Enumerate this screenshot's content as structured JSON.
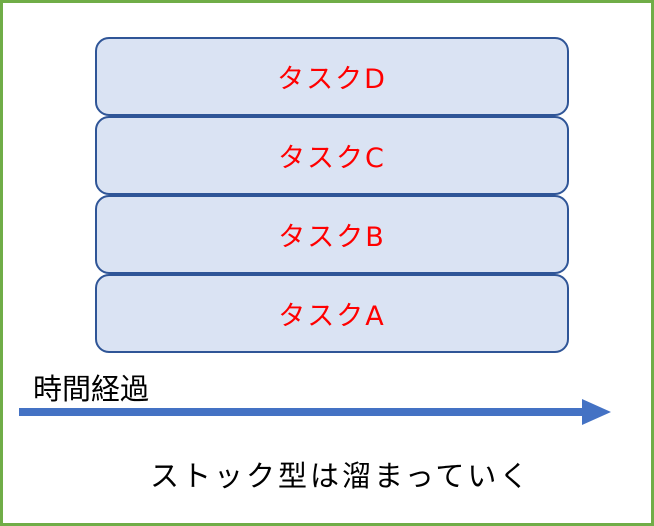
{
  "diagram": {
    "frame_color": "#70AD47",
    "box_fill": "#DAE3F3",
    "box_stroke": "#2F5597",
    "label_color": "#FF0000",
    "arrow_color": "#4472C4",
    "tasks": [
      {
        "label": "タスクD"
      },
      {
        "label": "タスクC"
      },
      {
        "label": "タスクB"
      },
      {
        "label": "タスクA"
      }
    ],
    "time_label": "時間経過",
    "caption": "ストック型は溜まっていく"
  }
}
